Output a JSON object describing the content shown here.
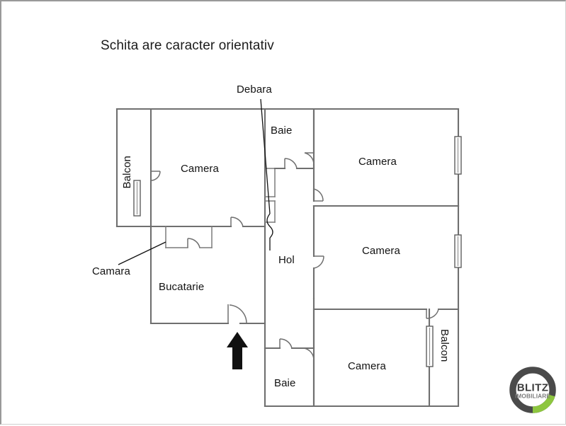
{
  "document": {
    "title": "Schita are caracter orientativ",
    "type": "floor-plan"
  },
  "colors": {
    "wall": "#6f6f6f",
    "text": "#121212",
    "arrow": "#111111",
    "logo_ring": "#4a4a4a",
    "logo_accent": "#8dc63f",
    "background": "#ffffff",
    "frame": "#999999"
  },
  "labels": {
    "debara": "Debara",
    "baie_top": "Baie",
    "camera_top_left": "Camera",
    "camera_top_right": "Camera",
    "balcon_left": "Balcon",
    "camara": "Camara",
    "bucatarie": "Bucatarie",
    "hol": "Hol",
    "camera_mid_right": "Camera",
    "camera_bottom": "Camera",
    "baie_bottom": "Baie",
    "balcon_right": "Balcon"
  },
  "rooms": [
    {
      "name": "Balcon",
      "label": "Balcon",
      "orientation": "vertical",
      "position": "left-top"
    },
    {
      "name": "Camera",
      "label": "Camera",
      "orientation": "horizontal",
      "position": "top-left"
    },
    {
      "name": "Debara",
      "label": "Debara",
      "orientation": "horizontal",
      "position": "top-center-callout"
    },
    {
      "name": "Baie",
      "label": "Baie",
      "orientation": "horizontal",
      "position": "top-center"
    },
    {
      "name": "Camera",
      "label": "Camera",
      "orientation": "horizontal",
      "position": "top-right"
    },
    {
      "name": "Camara",
      "label": "Camara",
      "orientation": "horizontal",
      "position": "left-middle-callout"
    },
    {
      "name": "Bucatarie",
      "label": "Bucatarie",
      "orientation": "horizontal",
      "position": "middle-left"
    },
    {
      "name": "Hol",
      "label": "Hol",
      "orientation": "horizontal",
      "position": "center"
    },
    {
      "name": "Camera",
      "label": "Camera",
      "orientation": "horizontal",
      "position": "middle-right"
    },
    {
      "name": "Baie",
      "label": "Baie",
      "orientation": "horizontal",
      "position": "bottom-center"
    },
    {
      "name": "Camera",
      "label": "Camera",
      "orientation": "horizontal",
      "position": "bottom-right"
    },
    {
      "name": "Balcon",
      "label": "Balcon",
      "orientation": "vertical",
      "position": "right-bottom"
    }
  ],
  "watermark": {
    "brand": "BLITZ",
    "subtitle": "IMOBILIARE"
  }
}
